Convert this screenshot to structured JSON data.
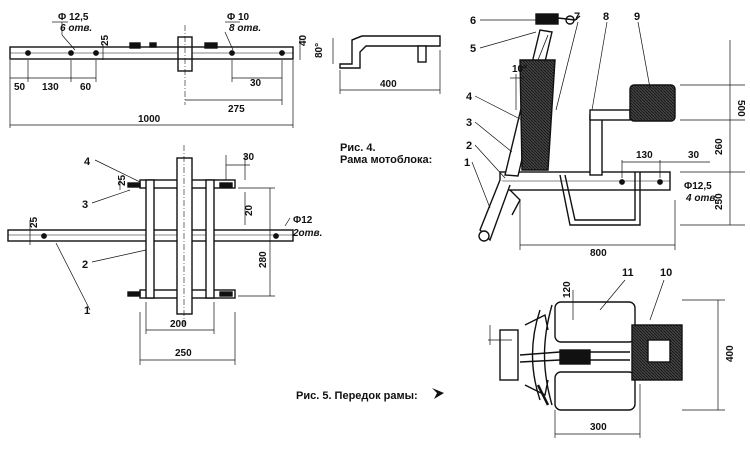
{
  "figure4": {
    "caption_line1": "Рис. 4.",
    "caption_line2": "Рама мотоблока:",
    "side_view_dims": {
      "d_hole_a": "Φ 12,5",
      "d_hole_a_count": "6 отв.",
      "d_hole_b": "Φ 10",
      "d_hole_b_count": "8 отв.",
      "d25": "25",
      "d40": "40",
      "d50": "50",
      "d130": "130",
      "d60": "60",
      "d30": "30",
      "d275": "275",
      "d1000": "1000"
    },
    "bracket_dims": {
      "angle": "80°",
      "d400": "400"
    },
    "plan_view_dims": {
      "d30": "30",
      "d25": "25",
      "d20": "20",
      "d25b": "25",
      "d_hole": "Φ12",
      "d_hole_count": "2отв.",
      "d280": "280",
      "d200": "200",
      "d250": "250"
    },
    "plan_callouts": [
      "4",
      "3",
      "2",
      "1"
    ]
  },
  "assembly": {
    "callouts": [
      "6",
      "5",
      "7",
      "8",
      "9",
      "4",
      "3",
      "2",
      "1"
    ],
    "dims": {
      "angle": "10°",
      "d500": "500",
      "d260": "260",
      "d250": "250",
      "d130": "130",
      "d30": "30",
      "d_hole": "Φ12,5",
      "d_hole_count": "4 отв.",
      "d800": "800"
    }
  },
  "figure5": {
    "caption": "Рис. 5. Передок рамы:",
    "callouts": [
      "11",
      "10"
    ],
    "dims": {
      "d120": "120",
      "d400": "400",
      "d300": "300"
    }
  }
}
